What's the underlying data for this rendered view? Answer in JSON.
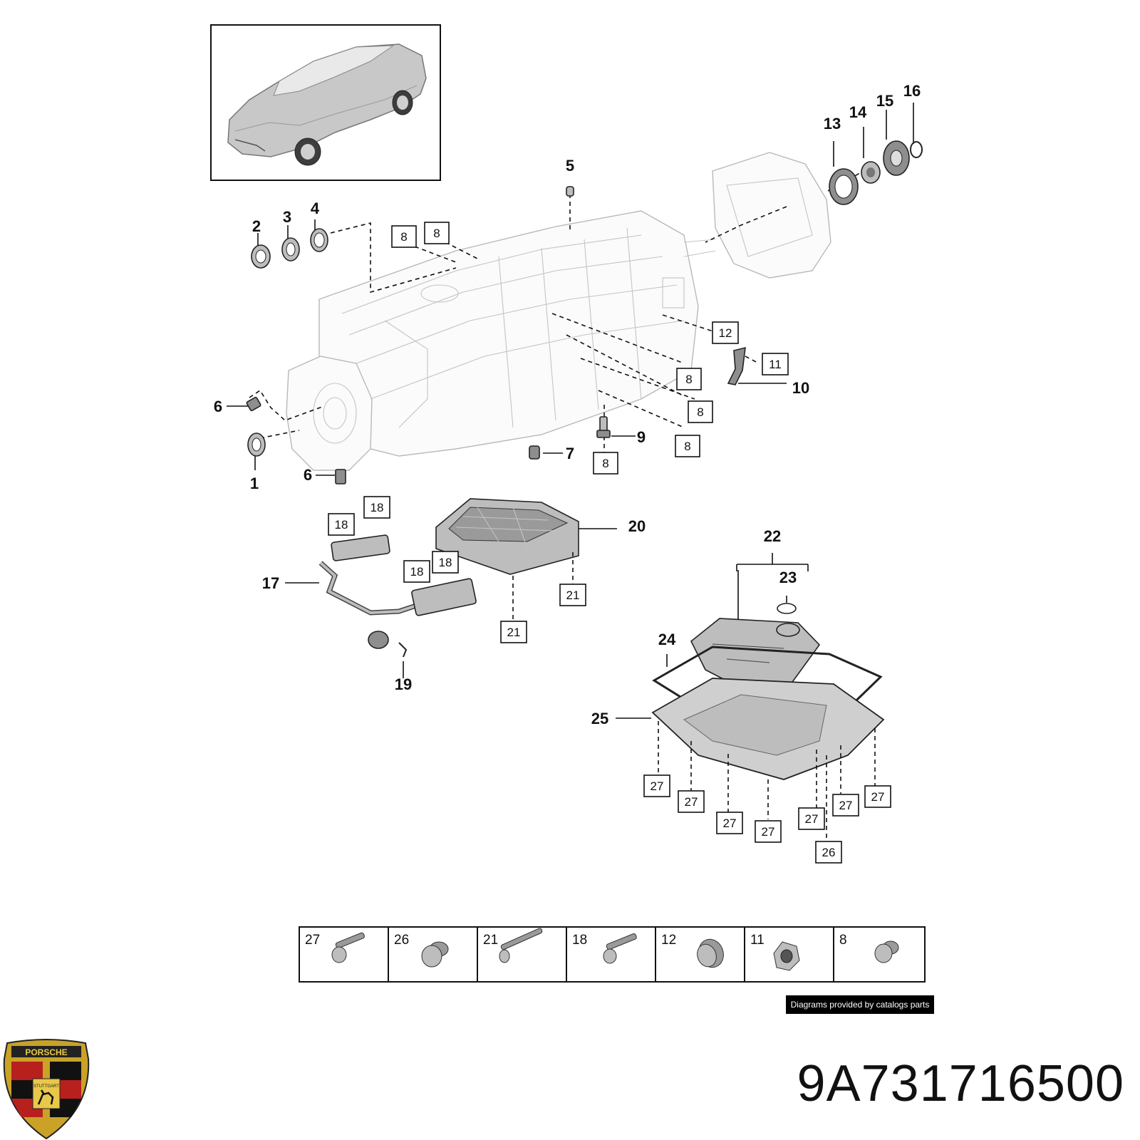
{
  "callouts": {
    "c1": "1",
    "c2": "2",
    "c3": "3",
    "c4": "4",
    "c5": "5",
    "c6a": "6",
    "c6b": "6",
    "c7": "7",
    "c9": "9",
    "c10": "10",
    "c13": "13",
    "c14": "14",
    "c15": "15",
    "c16": "16",
    "c17": "17",
    "c19": "19",
    "c20": "20",
    "c22": "22",
    "c23": "23",
    "c24": "24",
    "c25": "25"
  },
  "boxed_refs": {
    "b8a": "8",
    "b8b": "8",
    "b8c": "8",
    "b8d": "8",
    "b8e": "8",
    "b8f": "8",
    "b11": "11",
    "b12": "12",
    "b18a": "18",
    "b18b": "18",
    "b18c": "18",
    "b18d": "18",
    "b21a": "21",
    "b21b": "21",
    "b26": "26",
    "b27a": "27",
    "b27b": "27",
    "b27c": "27",
    "b27d": "27",
    "b27e": "27",
    "b27f": "27",
    "b27g": "27"
  },
  "fastener_table": [
    {
      "ref": "27",
      "icon": "flange-bolt-icon"
    },
    {
      "ref": "26",
      "icon": "plug-screw-icon"
    },
    {
      "ref": "21",
      "icon": "long-bolt-icon"
    },
    {
      "ref": "18",
      "icon": "flange-bolt-icon"
    },
    {
      "ref": "12",
      "icon": "nut-icon"
    },
    {
      "ref": "11",
      "icon": "hex-nut-icon"
    },
    {
      "ref": "8",
      "icon": "plug-screw-icon"
    }
  ],
  "credit": "Diagrams provided by catalogs parts",
  "part_number": "9A731716500",
  "logo_text": {
    "brand": "PORSCHE",
    "city": "STUTTGART"
  }
}
